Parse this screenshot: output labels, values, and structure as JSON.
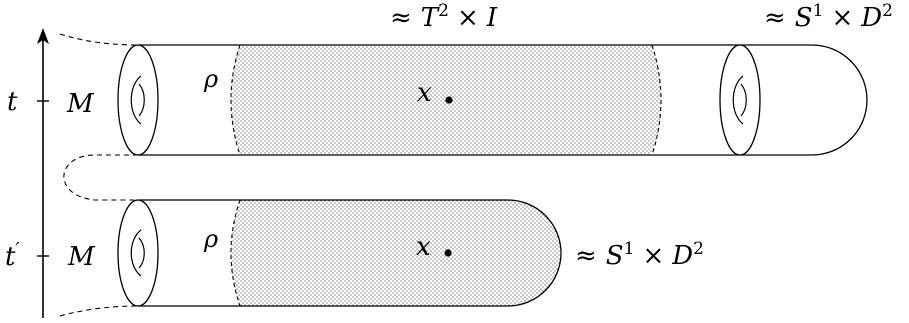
{
  "time_axis": {
    "upper_tick": "t",
    "lower_tick_base": "t",
    "lower_tick_prime": "′"
  },
  "upper_tube": {
    "manifold_label": "M",
    "rho_label": "ρ",
    "point_label": "x",
    "middle_annotation": {
      "approx": "≈",
      "base": "T",
      "exponent": "2",
      "times": "×",
      "factor": "I"
    },
    "end_annotation": {
      "approx": "≈",
      "base": "S",
      "exponent": "1",
      "times": "×",
      "factor": "D",
      "factor_exponent": "2"
    }
  },
  "lower_tube": {
    "manifold_label": "M",
    "rho_label": "ρ",
    "point_label": "x",
    "end_annotation": {
      "approx": "≈",
      "base": "S",
      "exponent": "1",
      "times": "×",
      "factor": "D",
      "factor_exponent": "2"
    }
  }
}
